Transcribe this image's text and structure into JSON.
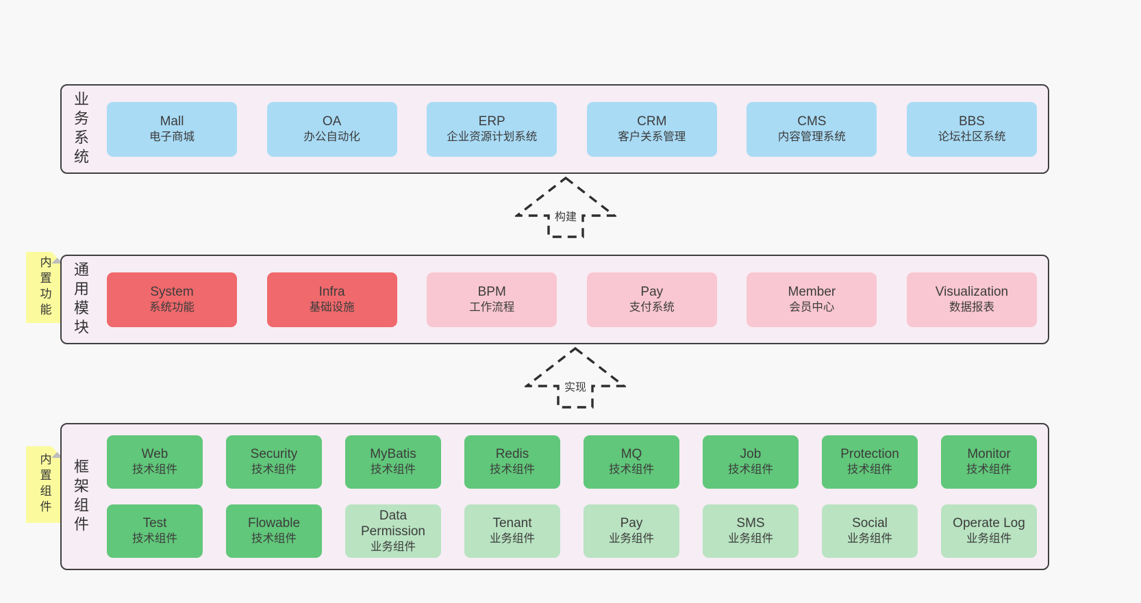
{
  "layers": [
    {
      "label": "业务系统",
      "boxes": [
        {
          "title": "Mall",
          "subtitle": "电子商城"
        },
        {
          "title": "OA",
          "subtitle": "办公自动化"
        },
        {
          "title": "ERP",
          "subtitle": "企业资源计划系统"
        },
        {
          "title": "CRM",
          "subtitle": "客户关系管理"
        },
        {
          "title": "CMS",
          "subtitle": "内容管理系统"
        },
        {
          "title": "BBS",
          "subtitle": "论坛社区系统"
        }
      ]
    },
    {
      "note": "内置功能",
      "label": "通用模块",
      "boxes": [
        {
          "title": "System",
          "subtitle": "系统功能"
        },
        {
          "title": "Infra",
          "subtitle": "基础设施"
        },
        {
          "title": "BPM",
          "subtitle": "工作流程"
        },
        {
          "title": "Pay",
          "subtitle": "支付系统"
        },
        {
          "title": "Member",
          "subtitle": "会员中心"
        },
        {
          "title": "Visualization",
          "subtitle": "数据报表"
        }
      ]
    },
    {
      "note": "内置组件",
      "label": "框架组件",
      "rows": [
        [
          {
            "title": "Web",
            "subtitle": "技术组件"
          },
          {
            "title": "Security",
            "subtitle": "技术组件"
          },
          {
            "title": "MyBatis",
            "subtitle": "技术组件"
          },
          {
            "title": "Redis",
            "subtitle": "技术组件"
          },
          {
            "title": "MQ",
            "subtitle": "技术组件"
          },
          {
            "title": "Job",
            "subtitle": "技术组件"
          },
          {
            "title": "Protection",
            "subtitle": "技术组件"
          },
          {
            "title": "Monitor",
            "subtitle": "技术组件"
          }
        ],
        [
          {
            "title": "Test",
            "subtitle": "技术组件"
          },
          {
            "title": "Flowable",
            "subtitle": "技术组件"
          },
          {
            "title": "Data Permission",
            "subtitle": "业务组件"
          },
          {
            "title": "Tenant",
            "subtitle": "业务组件"
          },
          {
            "title": "Pay",
            "subtitle": "业务组件"
          },
          {
            "title": "SMS",
            "subtitle": "业务组件"
          },
          {
            "title": "Social",
            "subtitle": "业务组件"
          },
          {
            "title": "Operate Log",
            "subtitle": "业务组件"
          }
        ]
      ]
    }
  ],
  "arrows": [
    {
      "label": "构建"
    },
    {
      "label": "实现"
    }
  ],
  "colors": {
    "page_bg": "#f8f8f8",
    "panel_bg": "#f7edf5",
    "panel_border": "#3f3f3f",
    "blue": "#a9dbf5",
    "red": "#f0696c",
    "pink": "#f9c7d1",
    "green": "#61c77a",
    "green_light": "#b9e3c1",
    "note_yellow": "#fbfb9e",
    "note_fold_gray": "#bdbdbd"
  }
}
